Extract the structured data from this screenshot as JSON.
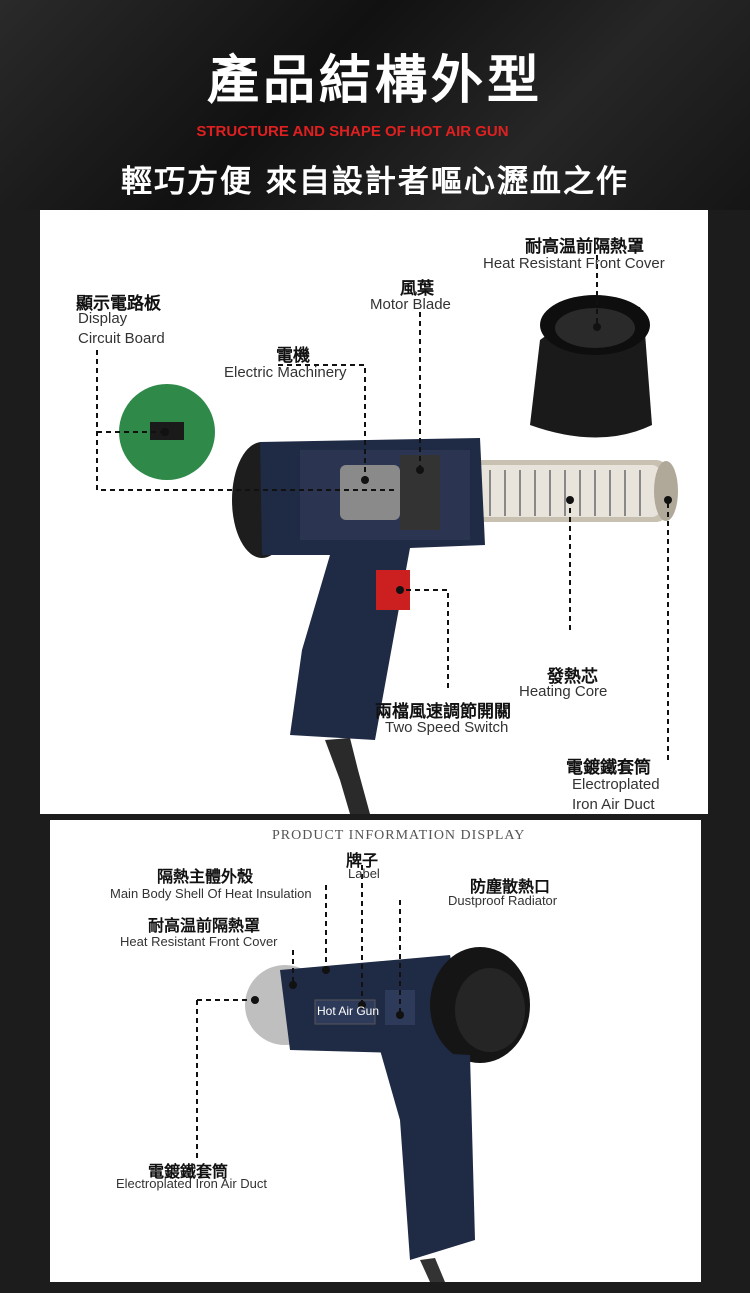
{
  "header": {
    "title": "產品結構外型",
    "subtitle_en": "STRUCTURE AND SHAPE OF HOT AIR GUN",
    "slogan": "輕巧方便 來自設計者嘔心瀝血之作"
  },
  "structure": {
    "front_cover": {
      "zh": "耐高温前隔熱罩",
      "en": "Heat Resistant Front Cover"
    },
    "motor_blade": {
      "zh": "風葉",
      "en": "Motor Blade"
    },
    "display_board": {
      "zh": "顯示電路板",
      "en1": "Display",
      "en2": "Circuit Board"
    },
    "motor": {
      "zh": "電機",
      "en": "Electric Machinery"
    },
    "heating_core": {
      "zh": "發熱芯",
      "en": "Heating Core"
    },
    "switch": {
      "zh": "兩檔風速調節開關",
      "en": "Two Speed Switch"
    },
    "air_duct": {
      "zh": "電鍍鐵套筒",
      "en1": "Electroplated",
      "en2": "Iron Air Duct"
    }
  },
  "product_info": {
    "heading": "PRODUCT INFORMATION DISPLAY",
    "label": {
      "zh": "牌子",
      "en": "Label"
    },
    "shell": {
      "zh": "隔熱主體外殼",
      "en": "Main Body Shell Of Heat Insulation"
    },
    "radiator": {
      "zh": "防塵散熱口",
      "en": "Dustproof Radiator"
    },
    "front_cover": {
      "zh": "耐高温前隔熱罩",
      "en": "Heat Resistant Front Cover"
    },
    "air_duct": {
      "zh": "電鍍鐵套筒",
      "en": "Electroplated Iron Air Duct"
    },
    "brand_text": "Hot Air Gun"
  },
  "colors": {
    "accent_red": "#e02020",
    "gun_body": "#1f2a45",
    "pcb_green": "#2f8a4a"
  }
}
